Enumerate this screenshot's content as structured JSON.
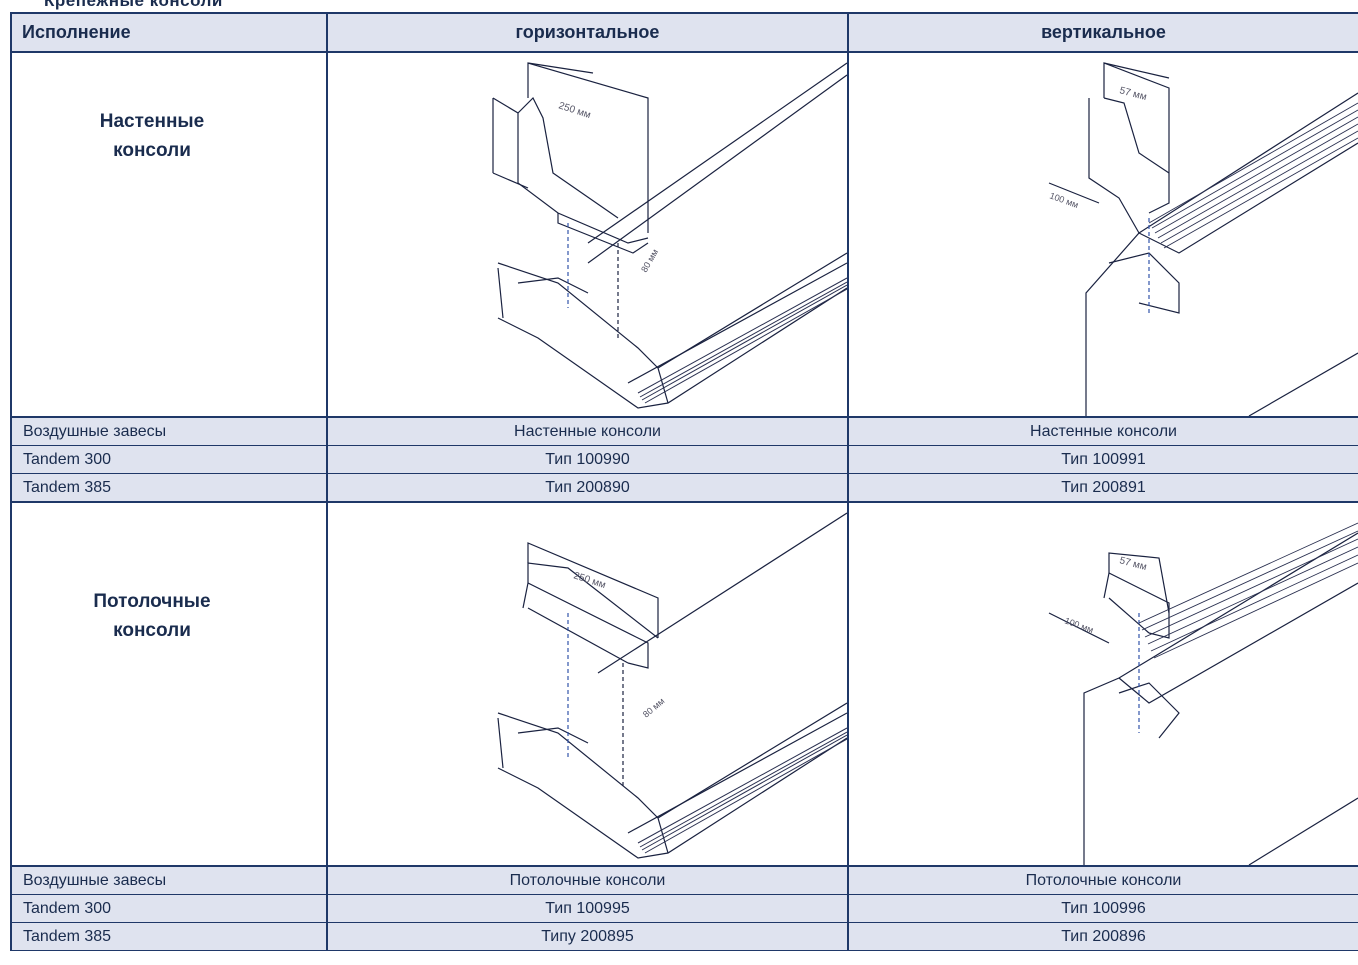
{
  "page": {
    "heading_partial": "Крепежные консоли"
  },
  "header": {
    "col0": "Исполнение",
    "col1": "горизонтальное",
    "col2": "вертикальное"
  },
  "section_wall": {
    "label": "Настенные консоли",
    "rows": [
      [
        "Воздушные завесы",
        "Настенные консоли",
        "Настенные консоли"
      ],
      [
        "Tandem 300",
        "Тип 100990",
        "Тип 100991"
      ],
      [
        "Tandem 385",
        "Тип 200890",
        "Тип 200891"
      ]
    ]
  },
  "section_ceiling": {
    "label": "Потолочные консоли",
    "rows": [
      [
        "Воздушные завесы",
        "Потолочные консоли",
        "Потолочные консоли"
      ],
      [
        "Tandem 300",
        "Тип 100995",
        "Тип 100996"
      ],
      [
        "Tandem 385",
        "Типу 200895",
        "Тип 200896"
      ]
    ]
  },
  "colors": {
    "border": "#1f3868",
    "row_fill": "#dfe3ef",
    "text": "#1a2c4e"
  }
}
